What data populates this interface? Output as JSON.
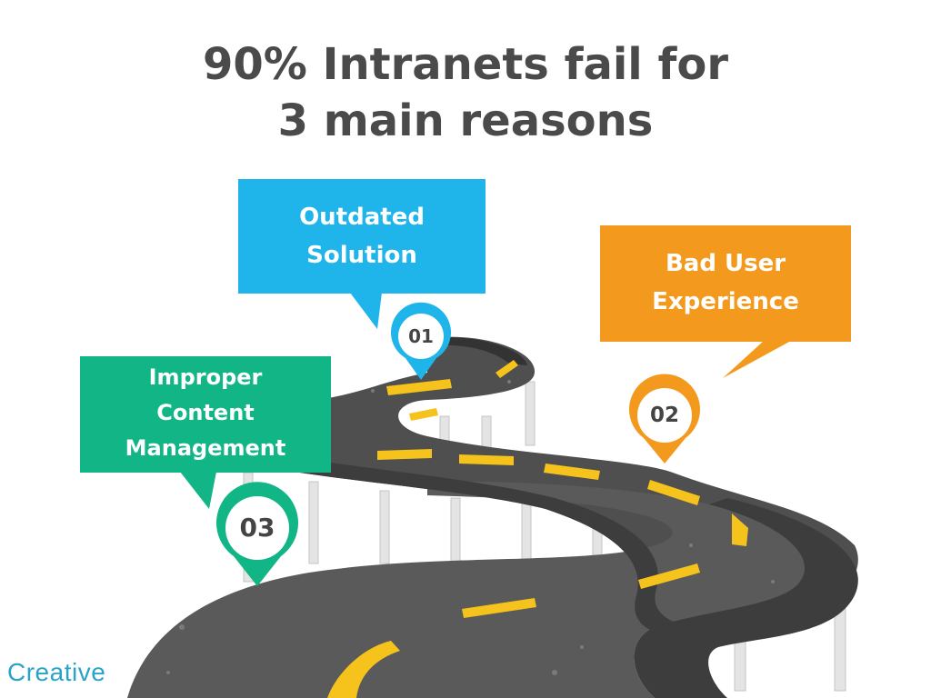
{
  "title": {
    "line1": "90% Intranets fail for",
    "line2": "3 main reasons"
  },
  "reasons": [
    {
      "number": "01",
      "line1": "Outdated",
      "line2": "Solution",
      "color": "#1fb4ea"
    },
    {
      "number": "02",
      "line1": "Bad User",
      "line2": "Experience",
      "color": "#f39a1e"
    },
    {
      "number": "03",
      "line1": "Improper",
      "line2": "Content",
      "line3": "Management",
      "color": "#12b585"
    }
  ],
  "logo": {
    "text": "Creative",
    "color": "#2aa3c9"
  },
  "colors": {
    "road": "#555555",
    "road_edge": "#3a3a3a",
    "lane": "#f5c31c",
    "pillar": "#e2e2e2",
    "title": "#4a4a4a"
  }
}
